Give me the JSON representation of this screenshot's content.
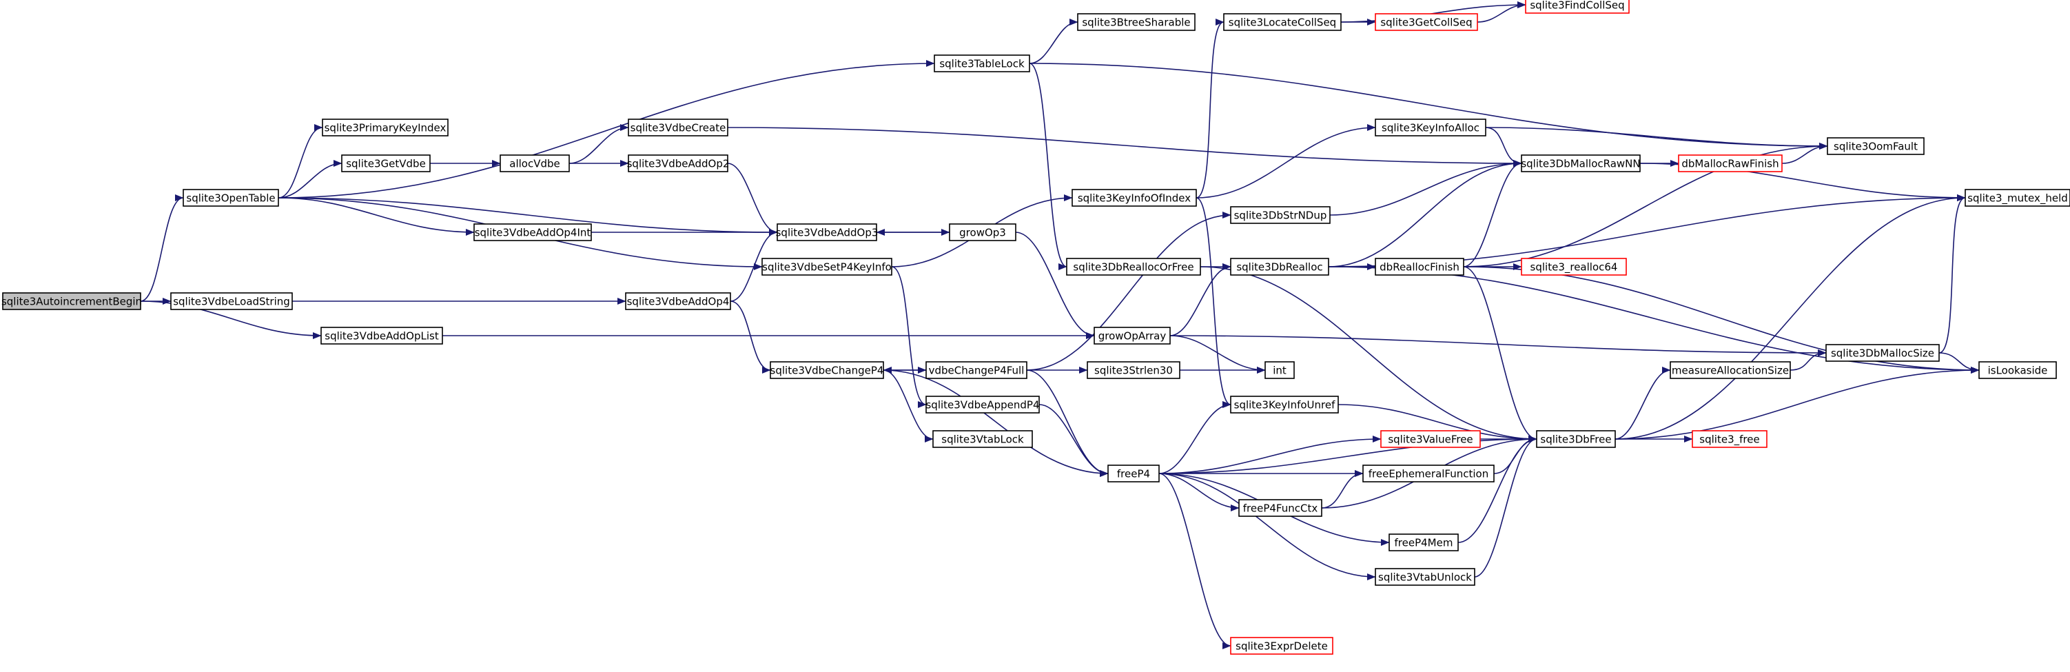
{
  "colors": {
    "edge": "#191970",
    "node_border": "#000000",
    "truncated_border": "#ff0000",
    "root_fill": "#bfbfbf",
    "node_fill": "#ffffff"
  },
  "nodes": [
    {
      "id": "n_root",
      "label": "sqlite3AutoincrementBegin",
      "style": "root"
    },
    {
      "id": "n_opentable",
      "label": "sqlite3OpenTable",
      "style": "normal"
    },
    {
      "id": "n_loadstring",
      "label": "sqlite3VdbeLoadString",
      "style": "normal"
    },
    {
      "id": "n_addoplist",
      "label": "sqlite3VdbeAddOpList",
      "style": "normal"
    },
    {
      "id": "n_tablelock",
      "label": "sqlite3TableLock",
      "style": "normal"
    },
    {
      "id": "n_pkindex",
      "label": "sqlite3PrimaryKeyIndex",
      "style": "normal"
    },
    {
      "id": "n_getvdbe",
      "label": "sqlite3GetVdbe",
      "style": "normal"
    },
    {
      "id": "n_addop4int",
      "label": "sqlite3VdbeAddOp4Int",
      "style": "normal"
    },
    {
      "id": "n_setp4keyinfo",
      "label": "sqlite3VdbeSetP4KeyInfo",
      "style": "normal"
    },
    {
      "id": "n_addop4",
      "label": "sqlite3VdbeAddOp4",
      "style": "normal"
    },
    {
      "id": "n_allocvdbe",
      "label": "allocVdbe",
      "style": "normal"
    },
    {
      "id": "n_vdbecreate",
      "label": "sqlite3VdbeCreate",
      "style": "normal"
    },
    {
      "id": "n_addop2",
      "label": "sqlite3VdbeAddOp2",
      "style": "normal"
    },
    {
      "id": "n_addop3",
      "label": "sqlite3VdbeAddOp3",
      "style": "normal"
    },
    {
      "id": "n_changep4",
      "label": "sqlite3VdbeChangeP4",
      "style": "normal"
    },
    {
      "id": "n_appendp4",
      "label": "sqlite3VdbeAppendP4",
      "style": "normal"
    },
    {
      "id": "n_vtablock",
      "label": "sqlite3VtabLock",
      "style": "normal"
    },
    {
      "id": "n_changep4full",
      "label": "vdbeChangeP4Full",
      "style": "normal"
    },
    {
      "id": "n_growop3",
      "label": "growOp3",
      "style": "normal"
    },
    {
      "id": "n_btreesharable",
      "label": "sqlite3BtreeSharable",
      "style": "normal"
    },
    {
      "id": "n_keyinfoofindex",
      "label": "sqlite3KeyInfoOfIndex",
      "style": "normal"
    },
    {
      "id": "n_dbreallocorfree",
      "label": "sqlite3DbReallocOrFree",
      "style": "normal"
    },
    {
      "id": "n_growoparray",
      "label": "growOpArray",
      "style": "normal"
    },
    {
      "id": "n_strlen30",
      "label": "sqlite3Strlen30",
      "style": "normal"
    },
    {
      "id": "n_freep4",
      "label": "freeP4",
      "style": "normal"
    },
    {
      "id": "n_exprdelete",
      "label": "sqlite3ExprDelete",
      "style": "red"
    },
    {
      "id": "n_locatecollseq",
      "label": "sqlite3LocateCollSeq",
      "style": "normal"
    },
    {
      "id": "n_getcollseq",
      "label": "sqlite3GetCollSeq",
      "style": "red"
    },
    {
      "id": "n_findcollseq",
      "label": "sqlite3FindCollSeq",
      "style": "red"
    },
    {
      "id": "n_keyinfoalloc",
      "label": "sqlite3KeyInfoAlloc",
      "style": "normal"
    },
    {
      "id": "n_dbstrndup",
      "label": "sqlite3DbStrNDup",
      "style": "normal"
    },
    {
      "id": "n_dbrealloc",
      "label": "sqlite3DbRealloc",
      "style": "normal"
    },
    {
      "id": "n_int",
      "label": "int",
      "style": "normal"
    },
    {
      "id": "n_keyinfounref",
      "label": "sqlite3KeyInfoUnref",
      "style": "normal"
    },
    {
      "id": "n_valuefree",
      "label": "sqlite3ValueFree",
      "style": "red"
    },
    {
      "id": "n_freeephemeral",
      "label": "freeEphemeralFunction",
      "style": "normal"
    },
    {
      "id": "n_freep4funcctx",
      "label": "freeP4FuncCtx",
      "style": "normal"
    },
    {
      "id": "n_freep4mem",
      "label": "freeP4Mem",
      "style": "normal"
    },
    {
      "id": "n_vtabunlock",
      "label": "sqlite3VtabUnlock",
      "style": "normal"
    },
    {
      "id": "n_dbmallocrawnn",
      "label": "sqlite3DbMallocRawNN",
      "style": "normal"
    },
    {
      "id": "n_dbreallocfinish",
      "label": "dbReallocFinish",
      "style": "normal"
    },
    {
      "id": "n_dbfree",
      "label": "sqlite3DbFree",
      "style": "normal"
    },
    {
      "id": "n_dbmallocrawfinish",
      "label": "dbMallocRawFinish",
      "style": "red"
    },
    {
      "id": "n_realloc64",
      "label": "sqlite3_realloc64",
      "style": "red"
    },
    {
      "id": "n_measurealloc",
      "label": "measureAllocationSize",
      "style": "normal"
    },
    {
      "id": "n_sqlite3free",
      "label": "sqlite3_free",
      "style": "red"
    },
    {
      "id": "n_oomfault",
      "label": "sqlite3OomFault",
      "style": "normal"
    },
    {
      "id": "n_dbmallocsize",
      "label": "sqlite3DbMallocSize",
      "style": "normal"
    },
    {
      "id": "n_mutexheld",
      "label": "sqlite3_mutex_held",
      "style": "normal"
    },
    {
      "id": "n_islookaside",
      "label": "isLookaside",
      "style": "normal"
    }
  ],
  "edges": [
    [
      "n_root",
      "n_opentable"
    ],
    [
      "n_root",
      "n_loadstring"
    ],
    [
      "n_root",
      "n_addoplist"
    ],
    [
      "n_opentable",
      "n_tablelock"
    ],
    [
      "n_opentable",
      "n_pkindex"
    ],
    [
      "n_opentable",
      "n_getvdbe"
    ],
    [
      "n_opentable",
      "n_addop3"
    ],
    [
      "n_opentable",
      "n_addop4int"
    ],
    [
      "n_opentable",
      "n_setp4keyinfo"
    ],
    [
      "n_loadstring",
      "n_addop4"
    ],
    [
      "n_addoplist",
      "n_growoparray"
    ],
    [
      "n_getvdbe",
      "n_allocvdbe"
    ],
    [
      "n_allocvdbe",
      "n_vdbecreate"
    ],
    [
      "n_allocvdbe",
      "n_addop2"
    ],
    [
      "n_vdbecreate",
      "n_dbmallocrawnn"
    ],
    [
      "n_addop2",
      "n_addop3"
    ],
    [
      "n_addop4int",
      "n_addop3"
    ],
    [
      "n_addop4",
      "n_addop3"
    ],
    [
      "n_addop4",
      "n_changep4"
    ],
    [
      "n_addop3",
      "n_growop3"
    ],
    [
      "n_growop3",
      "n_addop3"
    ],
    [
      "n_growop3",
      "n_growoparray"
    ],
    [
      "n_setp4keyinfo",
      "n_keyinfoofindex"
    ],
    [
      "n_setp4keyinfo",
      "n_appendp4"
    ],
    [
      "n_changep4",
      "n_changep4full"
    ],
    [
      "n_changep4",
      "n_vtablock"
    ],
    [
      "n_changep4",
      "n_freep4"
    ],
    [
      "n_changep4full",
      "n_changep4"
    ],
    [
      "n_changep4full",
      "n_dbstrndup"
    ],
    [
      "n_changep4full",
      "n_strlen30"
    ],
    [
      "n_changep4full",
      "n_freep4"
    ],
    [
      "n_appendp4",
      "n_freep4"
    ],
    [
      "n_tablelock",
      "n_btreesharable"
    ],
    [
      "n_tablelock",
      "n_dbreallocorfree"
    ],
    [
      "n_tablelock",
      "n_oomfault"
    ],
    [
      "n_keyinfoofindex",
      "n_locatecollseq"
    ],
    [
      "n_keyinfoofindex",
      "n_keyinfoalloc"
    ],
    [
      "n_keyinfoofindex",
      "n_keyinfounref"
    ],
    [
      "n_dbreallocorfree",
      "n_dbrealloc"
    ],
    [
      "n_dbreallocorfree",
      "n_dbfree"
    ],
    [
      "n_growoparray",
      "n_dbrealloc"
    ],
    [
      "n_growoparray",
      "n_int"
    ],
    [
      "n_growoparray",
      "n_dbmallocsize"
    ],
    [
      "n_strlen30",
      "n_int"
    ],
    [
      "n_freep4",
      "n_keyinfounref"
    ],
    [
      "n_freep4",
      "n_valuefree"
    ],
    [
      "n_freep4",
      "n_freeephemeral"
    ],
    [
      "n_freep4",
      "n_freep4funcctx"
    ],
    [
      "n_freep4",
      "n_freep4mem"
    ],
    [
      "n_freep4",
      "n_vtabunlock"
    ],
    [
      "n_freep4",
      "n_exprdelete"
    ],
    [
      "n_freep4",
      "n_dbfree"
    ],
    [
      "n_locatecollseq",
      "n_getcollseq"
    ],
    [
      "n_locatecollseq",
      "n_findcollseq"
    ],
    [
      "n_getcollseq",
      "n_findcollseq"
    ],
    [
      "n_keyinfoalloc",
      "n_dbmallocrawnn"
    ],
    [
      "n_keyinfoalloc",
      "n_oomfault"
    ],
    [
      "n_dbstrndup",
      "n_dbmallocrawnn"
    ],
    [
      "n_dbrealloc",
      "n_dbmallocrawnn"
    ],
    [
      "n_dbrealloc",
      "n_dbreallocfinish"
    ],
    [
      "n_dbrealloc",
      "n_islookaside"
    ],
    [
      "n_dbrealloc",
      "n_mutexheld"
    ],
    [
      "n_keyinfounref",
      "n_dbfree"
    ],
    [
      "n_valuefree",
      "n_dbfree"
    ],
    [
      "n_freeephemeral",
      "n_dbfree"
    ],
    [
      "n_freep4funcctx",
      "n_freeephemeral"
    ],
    [
      "n_freep4funcctx",
      "n_dbfree"
    ],
    [
      "n_freep4mem",
      "n_dbfree"
    ],
    [
      "n_vtabunlock",
      "n_dbfree"
    ],
    [
      "n_dbmallocrawnn",
      "n_dbmallocrawfinish"
    ],
    [
      "n_dbmallocrawnn",
      "n_mutexheld"
    ],
    [
      "n_dbmallocrawfinish",
      "n_oomfault"
    ],
    [
      "n_dbreallocfinish",
      "n_dbmallocrawnn"
    ],
    [
      "n_dbreallocfinish",
      "n_oomfault"
    ],
    [
      "n_dbreallocfinish",
      "n_realloc64"
    ],
    [
      "n_dbreallocfinish",
      "n_dbfree"
    ],
    [
      "n_dbreallocfinish",
      "n_islookaside"
    ],
    [
      "n_dbfree",
      "n_measurealloc"
    ],
    [
      "n_dbfree",
      "n_sqlite3free"
    ],
    [
      "n_dbfree",
      "n_mutexheld"
    ],
    [
      "n_dbfree",
      "n_islookaside"
    ],
    [
      "n_measurealloc",
      "n_dbmallocsize"
    ],
    [
      "n_dbmallocsize",
      "n_mutexheld"
    ],
    [
      "n_dbmallocsize",
      "n_islookaside"
    ]
  ]
}
